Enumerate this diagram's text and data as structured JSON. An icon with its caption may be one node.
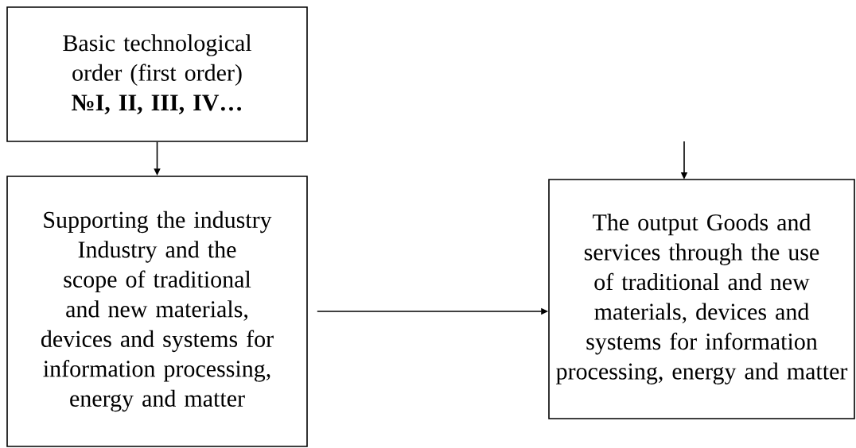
{
  "diagram": {
    "nodes": [
      {
        "text": [
          "Basic technological order (first order) **№I, II, III, IV…**"
        ]
      },
      {
        "text": [
          "Supporting the industry Industry and the scope of traditional and  new materials, devices and systems for information processing, energy and matter"
        ]
      },
      {
        "text": [
          "The output Goods and services through the use of traditional and  new materials, devices and systems for information processing, energy and matter"
        ]
      }
    ],
    "edges": [
      {
        "from": 0,
        "to": 1,
        "arrow": "to"
      },
      {
        "from": 1,
        "to": 2,
        "arrow": "to"
      },
      {
        "from": null,
        "to": 2,
        "arrow": "to"
      }
    ]
  }
}
